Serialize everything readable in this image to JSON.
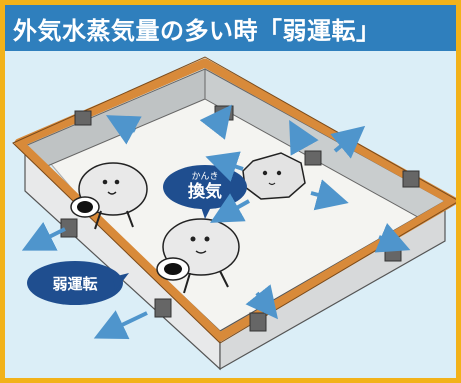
{
  "header": {
    "title": "外気水蒸気量の多い時「弱運転」"
  },
  "bubbles": {
    "kanki_ruby": "かんき",
    "kanki": "換気",
    "weak": "弱運転"
  },
  "colors": {
    "accent_border": "#f2b21a",
    "header_bg": "#2f7fbd",
    "panel_bg": "#dbeef7",
    "wood": "#d88a3a",
    "bubble": "#1f4e8f",
    "arrow": "#4f95cc"
  }
}
